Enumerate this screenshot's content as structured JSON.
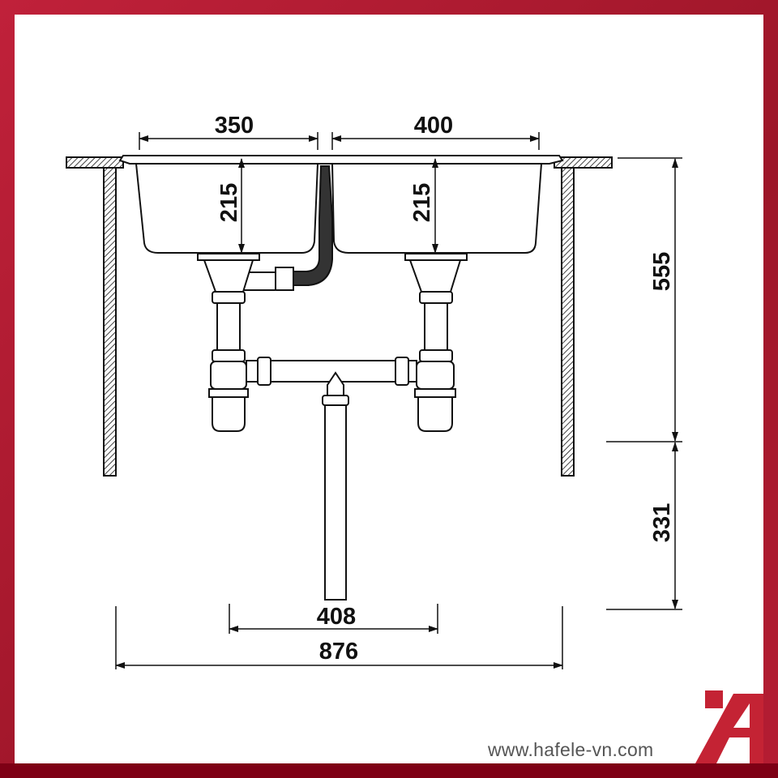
{
  "dimensions": {
    "left_bowl_width": "350",
    "right_bowl_width": "400",
    "left_bowl_depth": "215",
    "right_bowl_depth": "215",
    "cabinet_height_upper": "555",
    "cabinet_height_lower": "331",
    "drain_spacing": "408",
    "overall_width": "876"
  },
  "footer": {
    "website": "www.hafele-vn.com"
  },
  "logo": {
    "letter": "A",
    "color": "#c42334"
  },
  "colors": {
    "frame": "#b01c31",
    "line": "#111111"
  }
}
